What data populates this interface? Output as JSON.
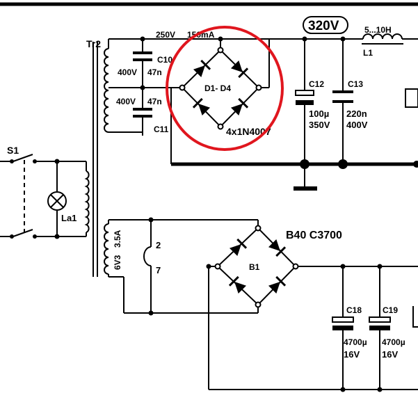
{
  "transformer": {
    "label": "Tr2"
  },
  "switch": {
    "label": "S1"
  },
  "lamp": {
    "label": "La1"
  },
  "top_secondary": {
    "rating": "250V",
    "current": "150mA"
  },
  "capacitors": {
    "c10": {
      "label": "C10",
      "voltage": "400V",
      "value": "47n"
    },
    "c11": {
      "label": "C11",
      "voltage": "400V",
      "value": "47n"
    },
    "c12": {
      "label": "C12",
      "value": "100µ",
      "voltage": "350V"
    },
    "c13": {
      "label": "C13",
      "value": "220n",
      "voltage": "400V"
    },
    "c18": {
      "label": "C18",
      "value": "4700µ",
      "voltage": "16V"
    },
    "c19": {
      "label": "C19",
      "value": "4700µ",
      "voltage": "16V"
    }
  },
  "bridge_top": {
    "label": "D1- D4",
    "part": "4x1N4007"
  },
  "bridge_bottom": {
    "label": "B1",
    "part": "B40 C3700"
  },
  "output_voltage": "320V",
  "inductor": {
    "label": "L1",
    "value": "5...10H"
  },
  "heater_winding": {
    "voltage": "6V3",
    "current": "3.5A"
  },
  "pins": {
    "pin_a": "2",
    "pin_b": "7"
  },
  "highlight": {
    "color": "#e0161e"
  }
}
